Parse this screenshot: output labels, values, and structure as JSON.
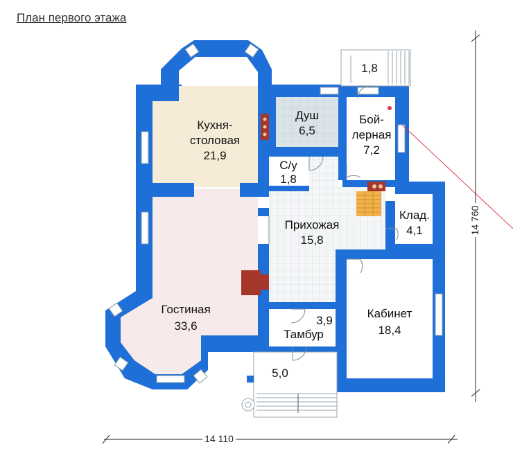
{
  "title": "План первого этажа",
  "rooms": {
    "kitchen": {
      "name1": "Кухня-",
      "name2": "столовая",
      "area": "21,9"
    },
    "shower": {
      "name": "Душ",
      "area": "6,5"
    },
    "boiler": {
      "name1": "Бой-",
      "name2": "лерная",
      "area": "7,2"
    },
    "wc": {
      "name": "С/у",
      "area": "1,8"
    },
    "porch_top": {
      "area": "1,8"
    },
    "hall": {
      "name": "Прихожая",
      "area": "15,8"
    },
    "storage": {
      "name": "Клад.",
      "area": "4,1"
    },
    "living": {
      "name": "Гостиная",
      "area": "33,6"
    },
    "vestibule": {
      "name": "Тамбур",
      "area": "3,9"
    },
    "study": {
      "name": "Кабинет",
      "area": "18,4"
    },
    "porch": {
      "area": "5,0"
    }
  },
  "dimensions": {
    "width": "14 110",
    "height": "14 760"
  },
  "colors": {
    "wall": "#1f6fd8",
    "kitchen": "#f5ebd6",
    "shower": "#d6e1e6",
    "living": "#f6ebea",
    "floor": "#ffffff",
    "stairs": "#f1b24b"
  }
}
